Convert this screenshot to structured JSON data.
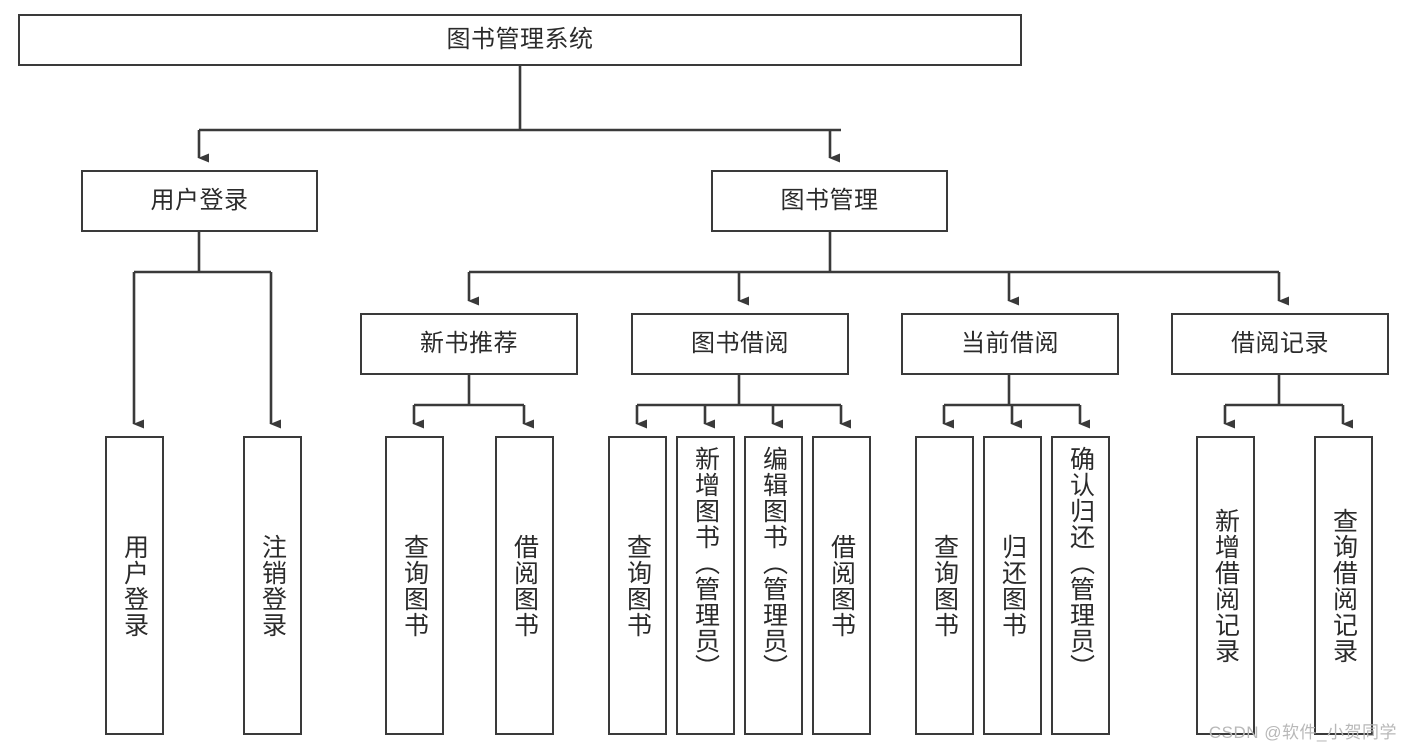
{
  "diagram": {
    "title": "图书管理系统",
    "type": "tree",
    "watermark": "CSDN @软件_小贺同学",
    "colors": {
      "stroke": "#3a3a3a",
      "text": "#2b2b2b",
      "background": "#ffffff",
      "watermark": "#b8b8b8"
    },
    "root": {
      "label": "图书管理系统"
    },
    "level2": [
      {
        "label": "用户登录"
      },
      {
        "label": "图书管理"
      }
    ],
    "level3": [
      {
        "label": "新书推荐"
      },
      {
        "label": "图书借阅"
      },
      {
        "label": "当前借阅"
      },
      {
        "label": "借阅记录"
      }
    ],
    "leaves": {
      "user_login": [
        {
          "label": "用户登录"
        },
        {
          "label": "注销登录"
        }
      ],
      "new_book_recommend": [
        {
          "label": "查询图书"
        },
        {
          "label": "借阅图书"
        }
      ],
      "book_borrow": [
        {
          "label": "查询图书"
        },
        {
          "label": "新增图书（管理员）"
        },
        {
          "label": "编辑图书（管理员）"
        },
        {
          "label": "借阅图书"
        }
      ],
      "current_borrow": [
        {
          "label": "查询图书"
        },
        {
          "label": "归还图书"
        },
        {
          "label": "确认归还（管理员）"
        }
      ],
      "borrow_records": [
        {
          "label": "新增借阅记录"
        },
        {
          "label": "查询借阅记录"
        }
      ]
    }
  }
}
